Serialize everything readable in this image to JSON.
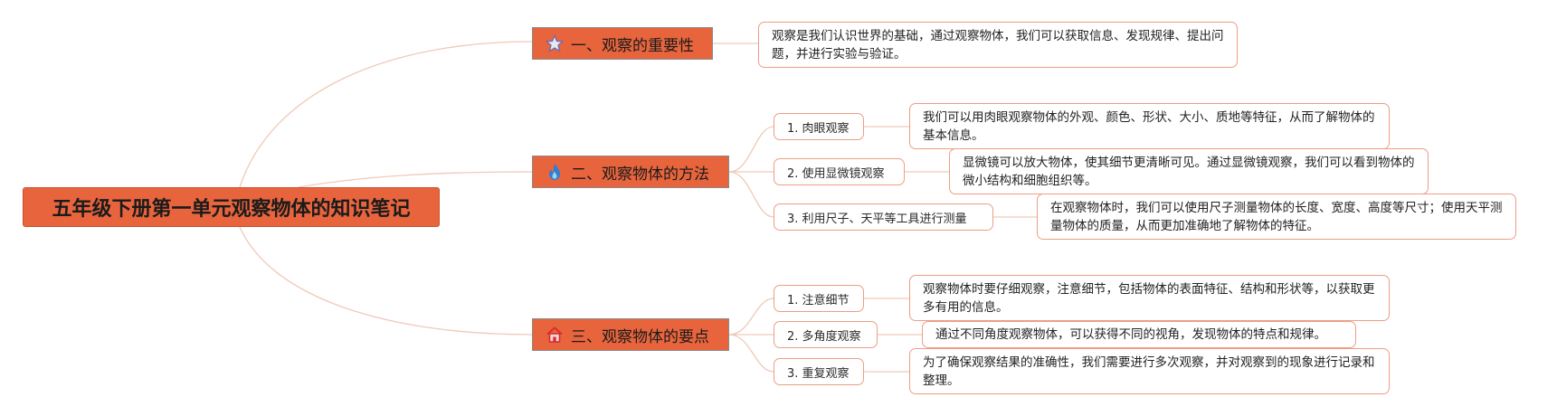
{
  "root": {
    "title": "五年级下册第一单元观察物体的知识笔记"
  },
  "branches": [
    {
      "label": "一、观察的重要性",
      "icon": "star-icon",
      "note": "观察是我们认识世界的基础，通过观察物体，我们可以获取信息、发现规律、提出问题，并进行实验与验证。"
    },
    {
      "label": "二、观察物体的方法",
      "icon": "flame-icon",
      "items": [
        {
          "label": "1. 肉眼观察",
          "note": "我们可以用肉眼观察物体的外观、颜色、形状、大小、质地等特征，从而了解物体的基本信息。"
        },
        {
          "label": "2. 使用显微镜观察",
          "note": "显微镜可以放大物体，使其细节更清晰可见。通过显微镜观察，我们可以看到物体的微小结构和细胞组织等。"
        },
        {
          "label": "3. 利用尺子、天平等工具进行测量",
          "note": "在观察物体时，我们可以使用尺子测量物体的长度、宽度、高度等尺寸；使用天平测量物体的质量，从而更加准确地了解物体的特征。"
        }
      ]
    },
    {
      "label": "三、观察物体的要点",
      "icon": "house-icon",
      "items": [
        {
          "label": "1. 注意细节",
          "note": "观察物体时要仔细观察，注意细节，包括物体的表面特征、结构和形状等，以获取更多有用的信息。"
        },
        {
          "label": "2. 多角度观察",
          "note": "通过不同角度观察物体，可以获得不同的视角，发现物体的特点和规律。"
        },
        {
          "label": "3. 重复观察",
          "note": "为了确保观察结果的准确性，我们需要进行多次观察，并对观察到的现象进行记录和整理。"
        }
      ]
    }
  ],
  "colors": {
    "branch_fill": "#e8643d",
    "link": "#f0c9b8",
    "note_border": "#ee9d86"
  }
}
